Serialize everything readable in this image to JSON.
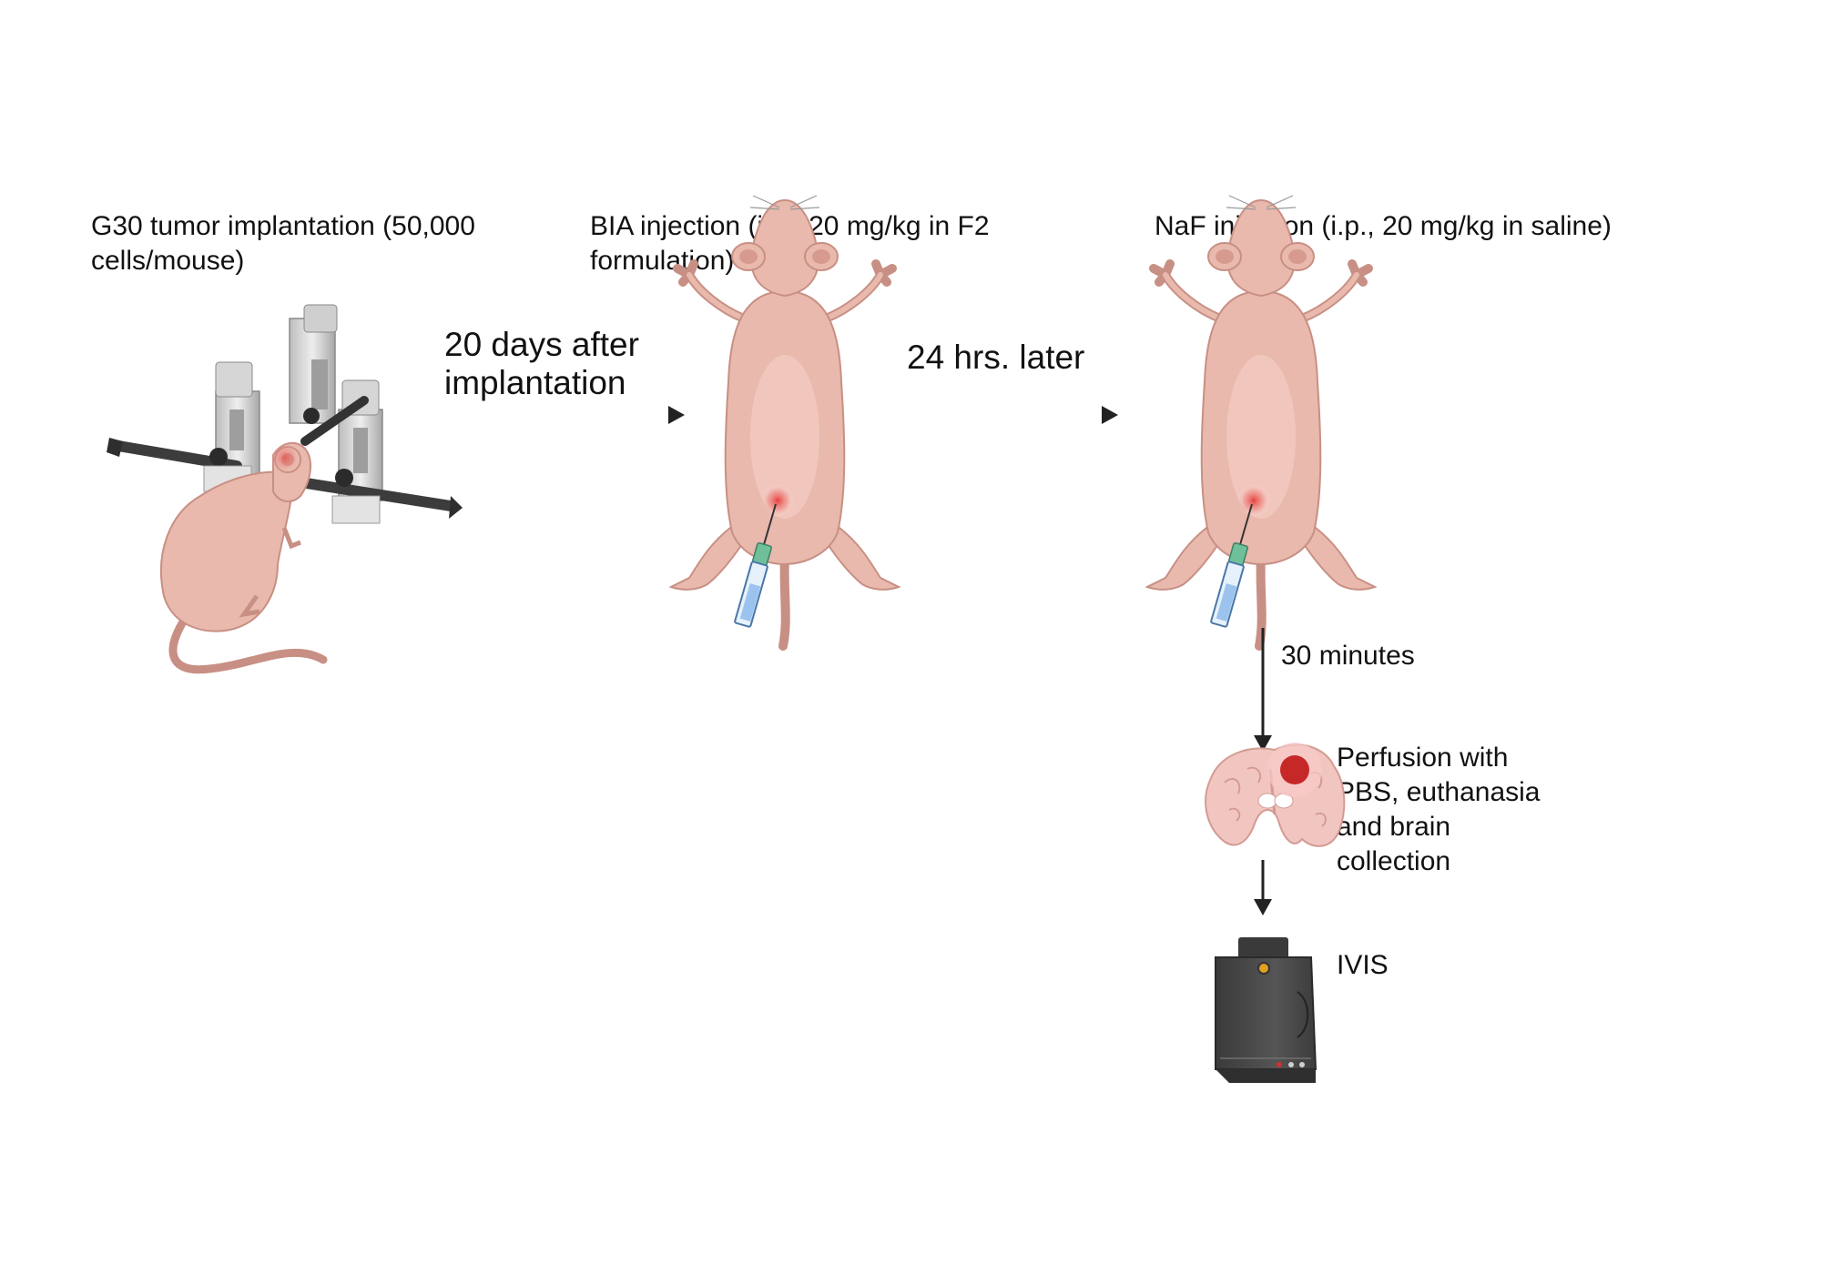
{
  "step1": {
    "label": "G30  tumor implantation (50,000\ncells/mouse)"
  },
  "step2": {
    "label": "BIA injection (i.p., 20 mg/kg in F2\nformulation)"
  },
  "step3": {
    "label": "NaF injection (i.p., 20 mg/kg in saline)"
  },
  "arrow1": {
    "label": "20 days after\nimplantation"
  },
  "arrow2": {
    "label": "24 hrs. later"
  },
  "arrow3": {
    "label": "30 minutes"
  },
  "step4": {
    "label": "Perfusion with\nPBS, euthanasia\nand brain\ncollection"
  },
  "step5": {
    "label": "IVIS"
  },
  "colors": {
    "mouse_body": "#e9b9ad",
    "mouse_outline": "#c88f84",
    "injection_glow": "#e53935",
    "brain": "#f2c6c0",
    "tumor": "#c62828",
    "ivis_body": "#4a4a4a",
    "arrow": "#222222"
  },
  "icons": [
    "stereotaxic-frame-icon",
    "mouse-icon",
    "syringe-icon",
    "brain-icon",
    "ivis-imager-icon"
  ]
}
